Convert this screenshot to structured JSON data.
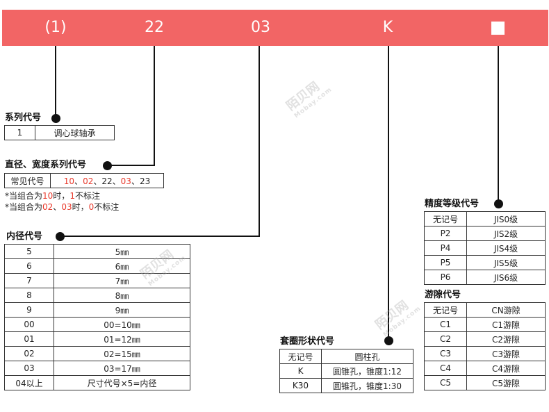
{
  "banner": {
    "color": "#f26565",
    "codes": [
      "(1)",
      "22",
      "03",
      "K"
    ],
    "last_icon": "white-square-icon"
  },
  "series": {
    "title": "系列代号",
    "row": [
      "1",
      "调心球轴承"
    ]
  },
  "width_diam": {
    "title": "直径、宽度系列代号",
    "label": "常见代号",
    "codes": [
      {
        "text": "10",
        "red": true
      },
      {
        "text": "、",
        "red": false
      },
      {
        "text": "02",
        "red": true
      },
      {
        "text": "、",
        "red": false
      },
      {
        "text": "22",
        "red": false
      },
      {
        "text": "、",
        "red": false
      },
      {
        "text": "03",
        "red": true
      },
      {
        "text": "、",
        "red": false
      },
      {
        "text": "23",
        "red": false
      }
    ],
    "notes": [
      [
        {
          "text": "*当组合为",
          "red": false
        },
        {
          "text": "10",
          "red": true
        },
        {
          "text": "时，",
          "red": false
        },
        {
          "text": "1",
          "red": true
        },
        {
          "text": "不标注",
          "red": false
        }
      ],
      [
        {
          "text": "*当组合为",
          "red": false
        },
        {
          "text": "02",
          "red": true
        },
        {
          "text": "、",
          "red": false
        },
        {
          "text": "03",
          "red": true
        },
        {
          "text": "时，",
          "red": false
        },
        {
          "text": "0",
          "red": true
        },
        {
          "text": "不标注",
          "red": false
        }
      ]
    ]
  },
  "bore": {
    "title": "内径代号",
    "rows": [
      [
        "5",
        "5㎜"
      ],
      [
        "6",
        "6㎜"
      ],
      [
        "7",
        "7㎜"
      ],
      [
        "8",
        "8㎜"
      ],
      [
        "9",
        "9㎜"
      ],
      [
        "00",
        "00=10㎜"
      ],
      [
        "01",
        "01=12㎜"
      ],
      [
        "02",
        "02=15㎜"
      ],
      [
        "03",
        "03=17㎜"
      ],
      [
        "04以上",
        "尺寸代号×5=内径"
      ]
    ]
  },
  "ring": {
    "title": "套圈形状代号",
    "rows": [
      [
        "无记号",
        "圆柱孔"
      ],
      [
        "K",
        "圆锥孔，锥度1:12"
      ],
      [
        "K30",
        "圆锥孔，锥度1:30"
      ]
    ]
  },
  "precision": {
    "title": "精度等级代号",
    "rows": [
      [
        "无记号",
        "JIS0级"
      ],
      [
        "P2",
        "JIS2级"
      ],
      [
        "P4",
        "JIS4级"
      ],
      [
        "P5",
        "JIS5级"
      ],
      [
        "P6",
        "JIS6级"
      ]
    ]
  },
  "clearance": {
    "title": "游隙代号",
    "rows": [
      [
        "无记号",
        "CN游隙"
      ],
      [
        "C1",
        "C1游隙"
      ],
      [
        "C2",
        "C2游隙"
      ],
      [
        "C3",
        "C3游隙"
      ],
      [
        "C4",
        "C4游隙"
      ],
      [
        "C5",
        "C5游隙"
      ]
    ]
  },
  "watermark": {
    "text": "陌贝网",
    "sub": "Mobay.com"
  }
}
